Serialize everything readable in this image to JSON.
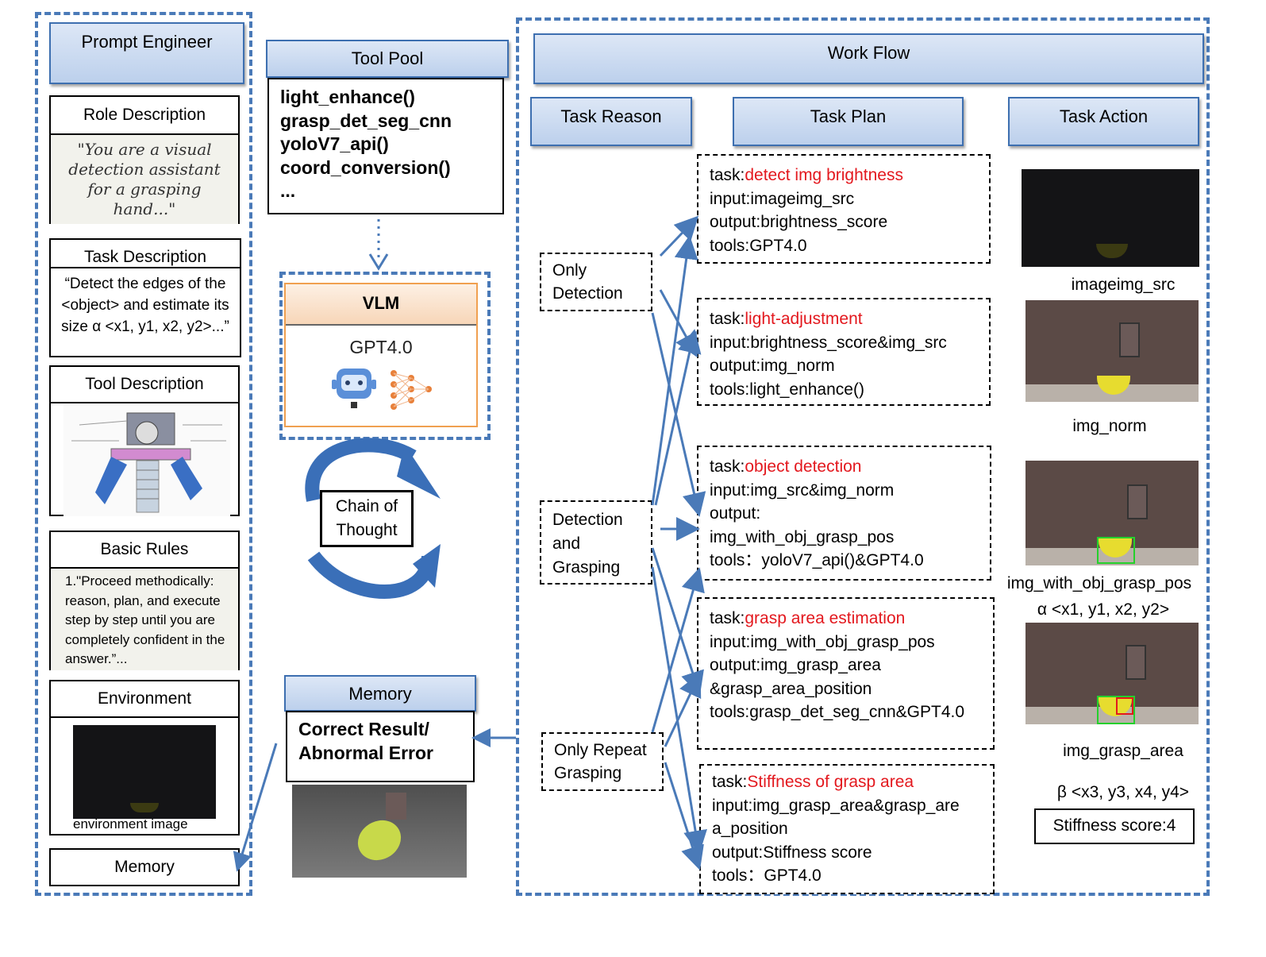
{
  "prompt_engineer": {
    "title": "Prompt Engineer",
    "role_title": "Role Description",
    "role_text": "\"You are a visual detection assistant for a grasping hand...\"",
    "task_title": "Task Description",
    "task_text": "“Detect the edges of the <object> and estimate its size α <x1, y1, x2, y2>...”",
    "tool_title": "Tool Description",
    "rules_title": "Basic Rules",
    "rules_text": "1.\"Proceed methodically: reason, plan, and execute step by step until you are completely confident in the answer.”...",
    "env_title": "Environment",
    "env_caption": "environment image",
    "memory_title": "Memory"
  },
  "tool_pool": {
    "title": "Tool Pool",
    "items": [
      "light_enhance()",
      "grasp_det_seg_cnn",
      "yoloV7_api()",
      "coord_conversion()",
      "..."
    ]
  },
  "vlm": {
    "title": "VLM",
    "model": "GPT4.0",
    "robot_icon": "robot-icon",
    "network_icon": "neural-network-icon"
  },
  "chain": {
    "label_line1": "Chain of",
    "label_line2": "Thought"
  },
  "memory": {
    "title": "Memory",
    "line1": "Correct Result/",
    "line2": "Abnormal Error"
  },
  "workflow": {
    "title": "Work Flow",
    "col_reason": "Task Reason",
    "col_plan": "Task Plan",
    "col_action": "Task Action",
    "reasons": [
      {
        "line1": "Only",
        "line2": "Detection",
        "line3": ""
      },
      {
        "line1": "Detection",
        "line2": "and",
        "line3": "Grasping"
      },
      {
        "line1": "Only Repeat",
        "line2": "Grasping",
        "line3": ""
      }
    ],
    "tasks": [
      {
        "prefix": "task:",
        "name": "detect img brightness",
        "lines": [
          "input:imageimg_src",
          "output:brightness_score",
          "tools:GPT4.0"
        ]
      },
      {
        "prefix": "task:",
        "name": "light-adjustment",
        "lines": [
          "input:brightness_score&img_src",
          "output:img_norm",
          "tools:light_enhance()"
        ]
      },
      {
        "prefix": "task:",
        "name": "object detection",
        "lines": [
          "input:img_src&img_norm",
          "output:",
          "img_with_obj_grasp_pos",
          "tools：yoloV7_api()&GPT4.0"
        ]
      },
      {
        "prefix": "task:",
        "name": "grasp area estimation",
        "lines": [
          "input:img_with_obj_grasp_pos",
          "output:img_grasp_area",
          "&grasp_area_position",
          "tools:grasp_det_seg_cnn&GPT4.0"
        ]
      },
      {
        "prefix": "task:",
        "name": "Stiffness of grasp area",
        "lines": [
          "input:img_grasp_area&grasp_are",
          "a_position",
          "output:Stiffness score",
          "tools：GPT4.0"
        ]
      }
    ],
    "actions": {
      "label1": "imageimg_src",
      "label2": "img_norm",
      "label3": "img_with_obj_grasp_pos",
      "label3b": "α <x1, y1, x2, y2>",
      "label4": "img_grasp_area",
      "label5": "β <x3, y3, x4, y4>",
      "score": "Stiffness score:4"
    }
  },
  "colors": {
    "accent": "#4a7ab8",
    "red": "#e3181e",
    "header_fill": "#c9d9f0",
    "vlm_border": "#f0a050"
  }
}
